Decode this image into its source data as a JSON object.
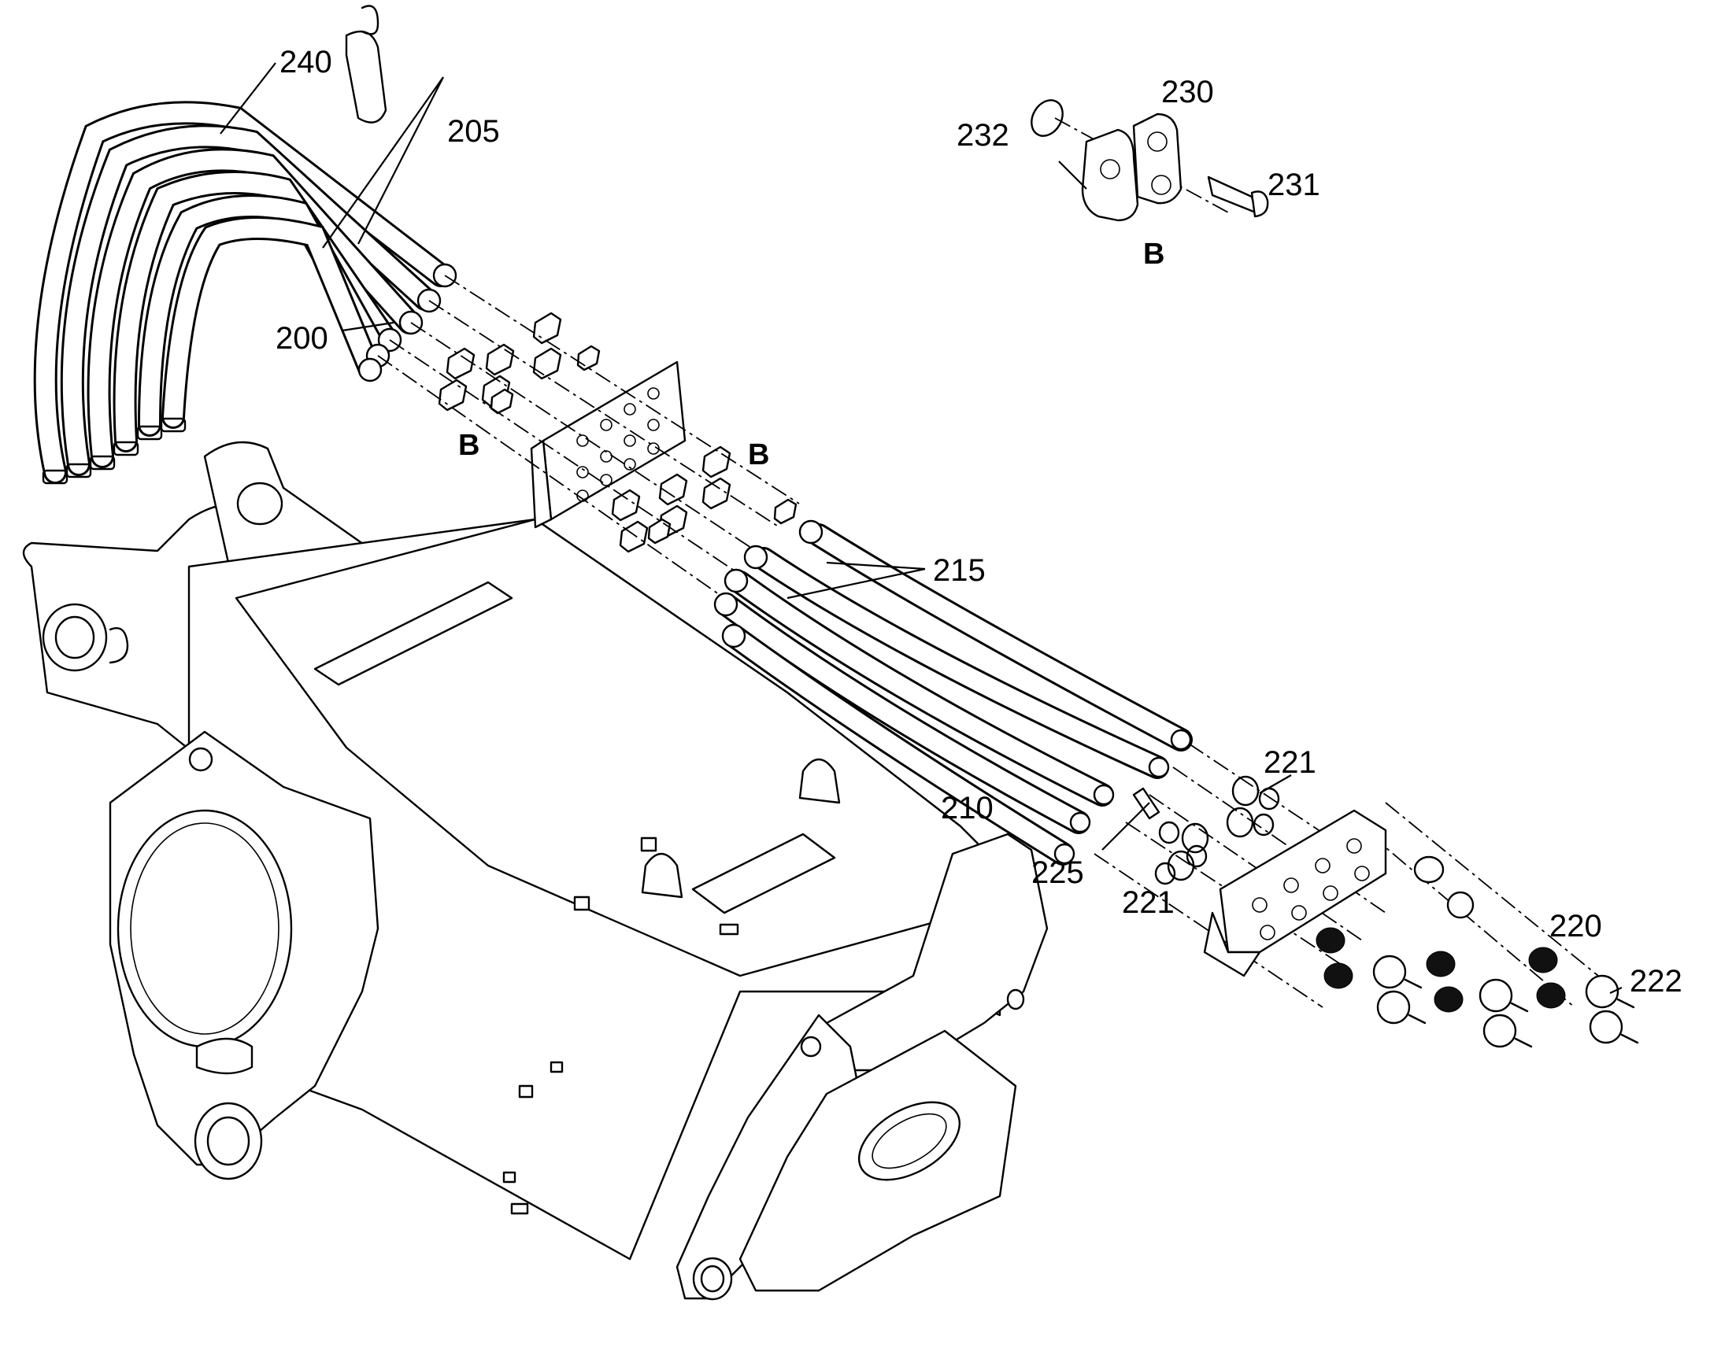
{
  "callouts": {
    "l200": "200",
    "l205": "205",
    "l210": "210",
    "l215": "215",
    "l220": "220",
    "l221a": "221",
    "l221b": "221",
    "l222": "222",
    "l225": "225",
    "l230": "230",
    "l231": "231",
    "l232": "232",
    "l240": "240"
  },
  "detail_letters": {
    "b_top": "B",
    "b_left": "B",
    "b_mid": "B"
  }
}
